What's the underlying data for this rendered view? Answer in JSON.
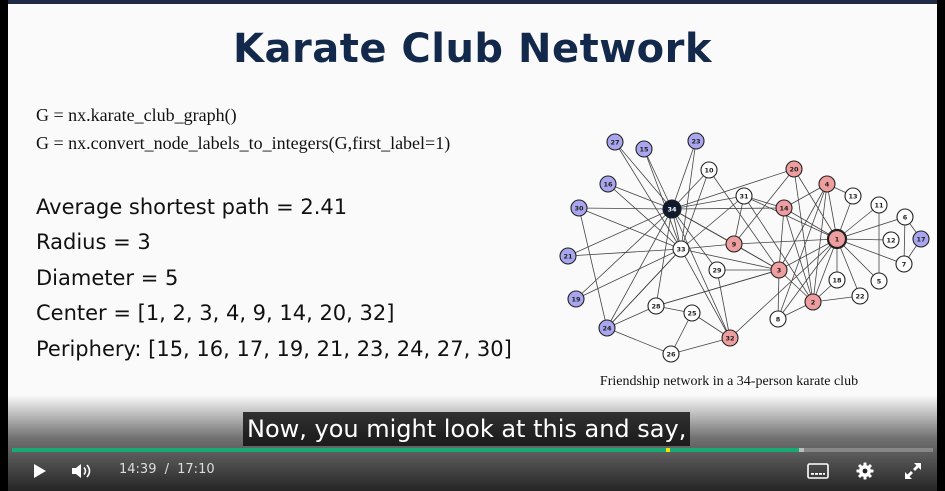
{
  "slide": {
    "title": "Karate Club Network",
    "code_lines": [
      "G = nx.karate_club_graph()",
      "G = nx.convert_node_labels_to_integers(G,first_label=1)"
    ],
    "stats": [
      "Average shortest path = 2.41",
      "Radius = 3",
      "Diameter = 5",
      "Center = [1, 2, 3, 4, 9, 14, 20, 32]",
      "Periphery: [15, 16, 17, 19, 21, 23, 24, 27, 30]"
    ],
    "figure_caption": "Friendship network in a 34-person karate club"
  },
  "network": {
    "colors": {
      "blue": "#a9a6ef",
      "red": "#ee9e9e",
      "white": "#ffffff",
      "hub": "#0e1b2e",
      "edge": "#444444"
    },
    "nodes": [
      {
        "label": "27",
        "kind": "blue"
      },
      {
        "label": "15",
        "kind": "blue"
      },
      {
        "label": "23",
        "kind": "blue"
      },
      {
        "label": "16",
        "kind": "blue"
      },
      {
        "label": "30",
        "kind": "blue"
      },
      {
        "label": "21",
        "kind": "blue"
      },
      {
        "label": "19",
        "kind": "blue"
      },
      {
        "label": "24",
        "kind": "blue"
      },
      {
        "label": "17",
        "kind": "blue"
      },
      {
        "label": "10",
        "kind": "white"
      },
      {
        "label": "31",
        "kind": "white"
      },
      {
        "label": "34",
        "kind": "hub"
      },
      {
        "label": "33",
        "kind": "white"
      },
      {
        "label": "29",
        "kind": "white"
      },
      {
        "label": "28",
        "kind": "white"
      },
      {
        "label": "25",
        "kind": "white"
      },
      {
        "label": "26",
        "kind": "white"
      },
      {
        "label": "20",
        "kind": "red"
      },
      {
        "label": "14",
        "kind": "red"
      },
      {
        "label": "9",
        "kind": "red"
      },
      {
        "label": "3",
        "kind": "red"
      },
      {
        "label": "4",
        "kind": "red"
      },
      {
        "label": "1",
        "kind": "red"
      },
      {
        "label": "2",
        "kind": "red"
      },
      {
        "label": "32",
        "kind": "red"
      },
      {
        "label": "13",
        "kind": "white"
      },
      {
        "label": "11",
        "kind": "white"
      },
      {
        "label": "6",
        "kind": "white"
      },
      {
        "label": "12",
        "kind": "white"
      },
      {
        "label": "7",
        "kind": "white"
      },
      {
        "label": "5",
        "kind": "white"
      },
      {
        "label": "18",
        "kind": "white"
      },
      {
        "label": "22",
        "kind": "white"
      },
      {
        "label": "8",
        "kind": "white"
      }
    ],
    "edges": [
      [
        "34",
        "27"
      ],
      [
        "34",
        "15"
      ],
      [
        "34",
        "23"
      ],
      [
        "34",
        "16"
      ],
      [
        "34",
        "30"
      ],
      [
        "34",
        "21"
      ],
      [
        "34",
        "19"
      ],
      [
        "34",
        "24"
      ],
      [
        "34",
        "10"
      ],
      [
        "34",
        "31"
      ],
      [
        "34",
        "33"
      ],
      [
        "34",
        "29"
      ],
      [
        "34",
        "28"
      ],
      [
        "34",
        "9"
      ],
      [
        "34",
        "20"
      ],
      [
        "34",
        "14"
      ],
      [
        "34",
        "32"
      ],
      [
        "34",
        "3"
      ],
      [
        "33",
        "27"
      ],
      [
        "33",
        "15"
      ],
      [
        "33",
        "23"
      ],
      [
        "33",
        "16"
      ],
      [
        "33",
        "30"
      ],
      [
        "33",
        "21"
      ],
      [
        "33",
        "19"
      ],
      [
        "33",
        "24"
      ],
      [
        "33",
        "31"
      ],
      [
        "33",
        "9"
      ],
      [
        "33",
        "3"
      ],
      [
        "33",
        "32"
      ],
      [
        "33",
        "10"
      ],
      [
        "24",
        "30"
      ],
      [
        "24",
        "28"
      ],
      [
        "24",
        "26"
      ],
      [
        "24",
        "33"
      ],
      [
        "26",
        "25"
      ],
      [
        "26",
        "32"
      ],
      [
        "25",
        "28"
      ],
      [
        "25",
        "32"
      ],
      [
        "28",
        "3"
      ],
      [
        "29",
        "3"
      ],
      [
        "29",
        "32"
      ],
      [
        "31",
        "9"
      ],
      [
        "31",
        "2"
      ],
      [
        "10",
        "3"
      ],
      [
        "1",
        "20"
      ],
      [
        "1",
        "14"
      ],
      [
        "1",
        "9"
      ],
      [
        "1",
        "3"
      ],
      [
        "1",
        "4"
      ],
      [
        "1",
        "2"
      ],
      [
        "1",
        "13"
      ],
      [
        "1",
        "11"
      ],
      [
        "1",
        "6"
      ],
      [
        "1",
        "12"
      ],
      [
        "1",
        "7"
      ],
      [
        "1",
        "5"
      ],
      [
        "1",
        "18"
      ],
      [
        "1",
        "22"
      ],
      [
        "1",
        "8"
      ],
      [
        "1",
        "32"
      ],
      [
        "1",
        "31"
      ],
      [
        "2",
        "3"
      ],
      [
        "2",
        "4"
      ],
      [
        "2",
        "14"
      ],
      [
        "2",
        "20"
      ],
      [
        "2",
        "18"
      ],
      [
        "2",
        "22"
      ],
      [
        "2",
        "8"
      ],
      [
        "3",
        "4"
      ],
      [
        "3",
        "14"
      ],
      [
        "3",
        "9"
      ],
      [
        "3",
        "8"
      ],
      [
        "3",
        "28"
      ],
      [
        "4",
        "14"
      ],
      [
        "4",
        "13"
      ],
      [
        "4",
        "8"
      ],
      [
        "6",
        "7"
      ],
      [
        "6",
        "17"
      ],
      [
        "7",
        "17"
      ],
      [
        "5",
        "11"
      ],
      [
        "20",
        "9"
      ],
      [
        "14",
        "31"
      ]
    ]
  },
  "player": {
    "caption": "Now, you might look at this and say,",
    "current_time": "14:39",
    "separator": "/",
    "duration": "17:10",
    "progress_played": 0.855,
    "progress_loaded": 0.86,
    "marker_position": 0.71,
    "icons": {
      "play": "play-icon",
      "volume": "volume-icon",
      "subtitles": "subtitles-icon",
      "settings": "gear-icon",
      "fullscreen": "fullscreen-icon"
    },
    "accent": "#19a974"
  }
}
